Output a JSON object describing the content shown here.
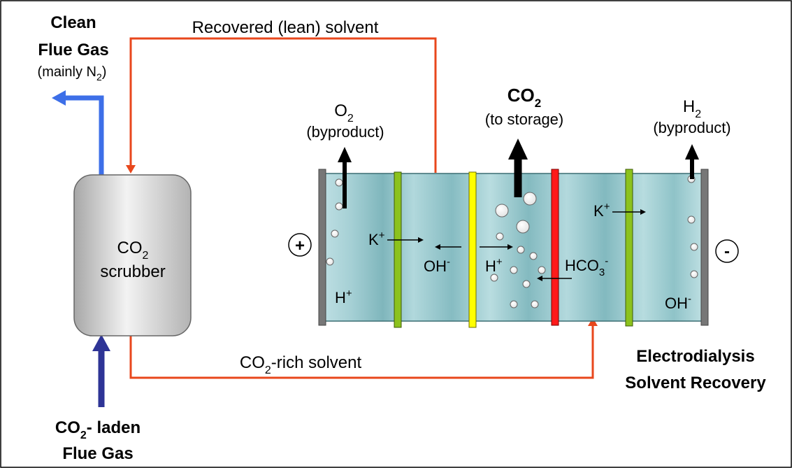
{
  "outputs": {
    "clean_gas": {
      "line1": "Clean",
      "line2": "Flue Gas",
      "sub_prefix": "(mainly N",
      "sub_subscript": "2",
      "sub_suffix": ")"
    },
    "o2": {
      "formula": "O",
      "subscript": "2",
      "note": "(byproduct)"
    },
    "co2": {
      "formula": "CO",
      "subscript": "2",
      "note": "(to storage)"
    },
    "h2": {
      "formula": "H",
      "subscript": "2",
      "note": "(byproduct)"
    }
  },
  "flows": {
    "lean_solvent": "Recovered (lean) solvent",
    "rich_solvent": {
      "prefix": "CO",
      "subscript": "2",
      "suffix": "-rich solvent"
    }
  },
  "scrubber": {
    "formula": "CO",
    "subscript": "2",
    "label": "scrubber"
  },
  "inlet": {
    "prefix": "CO",
    "subscript": "2",
    "suffix": "- laden",
    "line2": "Flue Gas"
  },
  "cell": {
    "anode": "+",
    "cathode": "-",
    "ions": {
      "k": {
        "base": "K",
        "charge": "+"
      },
      "oh": {
        "base": "OH",
        "charge": "-"
      },
      "h": {
        "base": "H",
        "charge": "+"
      },
      "hco3": {
        "base": "HCO",
        "subscript": "3",
        "charge": "-"
      }
    }
  },
  "process_label": {
    "line1": "Electrodialysis",
    "line2": "Solvent Recovery"
  },
  "colors": {
    "lean_line": "#e8471c",
    "clean_gas_arrow": "#3d6fe8",
    "inlet_arrow": "#2e3496",
    "cell_fill": "#a9d3d8",
    "membrane_green": "#8cc21d",
    "membrane_yellow": "#ffff00",
    "membrane_red": "#ff1a1a",
    "electrode": "#777777"
  }
}
